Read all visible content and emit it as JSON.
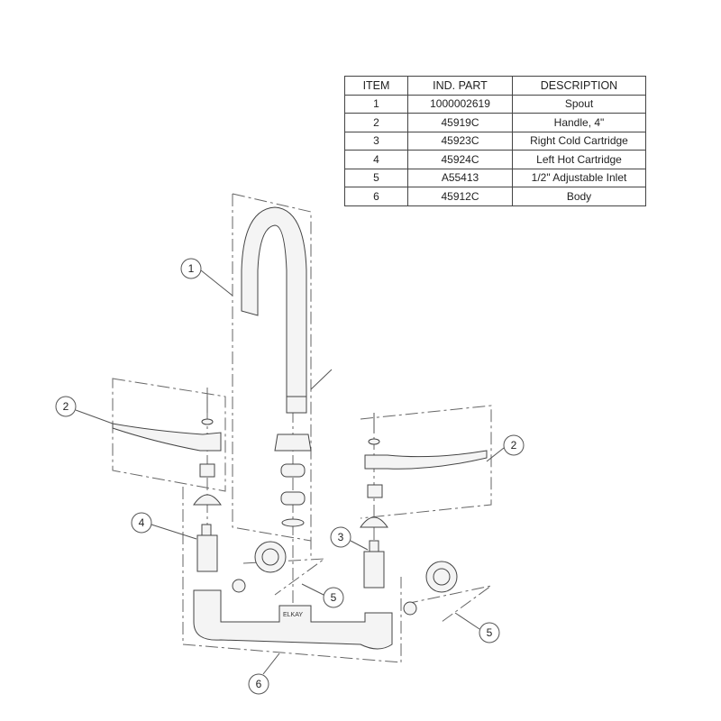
{
  "table": {
    "headers": [
      "ITEM",
      "IND. PART",
      "DESCRIPTION"
    ],
    "rows": [
      [
        "1",
        "1000002619",
        "Spout"
      ],
      [
        "2",
        "45919C",
        "Handle, 4\""
      ],
      [
        "3",
        "45923C",
        "Right Cold Cartridge"
      ],
      [
        "4",
        "45924C",
        "Left Hot Cartridge"
      ],
      [
        "5",
        "A55413",
        "1/2\" Adjustable Inlet"
      ],
      [
        "6",
        "45912C",
        "Body"
      ]
    ]
  },
  "callouts": {
    "spout": "1",
    "handle_left": "2",
    "handle_right": "2",
    "cartridge_left": "4",
    "cartridge_right": "3",
    "inlet_left": "5",
    "inlet_right": "5",
    "body": "6"
  },
  "body_logo": "ELKAY"
}
